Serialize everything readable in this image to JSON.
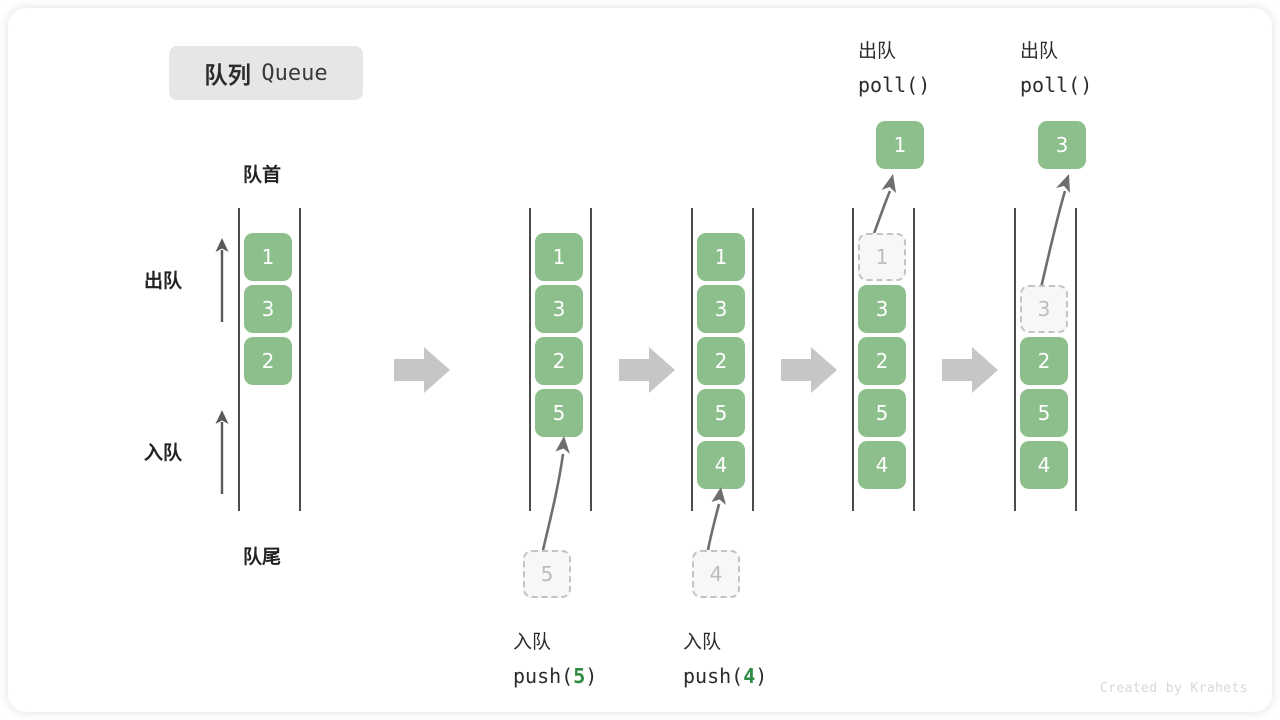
{
  "title": {
    "cn": "队列",
    "en": "Queue"
  },
  "labels": {
    "head": "队首",
    "tail": "队尾",
    "dequeue": "出队",
    "enqueue": "入队"
  },
  "credit": "Created by Krahets",
  "colors": {
    "cell_fill": "#8cbf8c",
    "cell_text": "#ffffff",
    "ghost_fill": "#f7f7f7",
    "ghost_border": "#c3c3c3",
    "ghost_text": "#bcbcbc",
    "rail": "#4a4a4a",
    "arrow_gray": "#6e6e6e",
    "step_arrow": "#c6c6c6",
    "chip_bg": "#e6e6e6",
    "accent_green": "#2e8b43"
  },
  "steps": [
    {
      "id": "initial",
      "cells": [
        "1",
        "3",
        "2"
      ],
      "ghost_in_rail": null,
      "side_labels": {
        "head": "队首",
        "tail": "队尾",
        "dequeue": "出队",
        "enqueue": "入队"
      },
      "top_label_cn": "",
      "top_label_code": "",
      "bottom_label_cn": "",
      "bottom_label_code": "",
      "floating_cell": null,
      "incoming_ghost": null
    },
    {
      "id": "after-push-5",
      "cells": [
        "1",
        "3",
        "2",
        "5"
      ],
      "ghost_in_rail": null,
      "top_label_cn": "",
      "top_label_code": "",
      "bottom_label_cn": "入队",
      "bottom_label_code": "push(",
      "bottom_label_arg": "5",
      "bottom_label_code_tail": ")",
      "floating_cell": null,
      "incoming_ghost": "5"
    },
    {
      "id": "after-push-4",
      "cells": [
        "1",
        "3",
        "2",
        "5",
        "4"
      ],
      "ghost_in_rail": null,
      "top_label_cn": "",
      "top_label_code": "",
      "bottom_label_cn": "入队",
      "bottom_label_code": "push(",
      "bottom_label_arg": "4",
      "bottom_label_code_tail": ")",
      "floating_cell": null,
      "incoming_ghost": "4"
    },
    {
      "id": "poll-1",
      "cells": [
        "3",
        "2",
        "5",
        "4"
      ],
      "ghost_in_rail": "1",
      "top_label_cn": "出队",
      "top_label_code": "poll()",
      "bottom_label_cn": "",
      "bottom_label_code": "",
      "floating_cell": "1",
      "incoming_ghost": null
    },
    {
      "id": "poll-3",
      "cells": [
        "2",
        "5",
        "4"
      ],
      "ghost_in_rail": "3",
      "top_label_cn": "出队",
      "top_label_code": "poll()",
      "bottom_label_cn": "",
      "bottom_label_code": "",
      "floating_cell": "3",
      "incoming_ghost": null
    }
  ],
  "step_arrows": [
    "step-arrow-1",
    "step-arrow-2",
    "step-arrow-3",
    "step-arrow-4"
  ],
  "icons": {
    "step_arrow": "right-block-arrow-icon",
    "direction_arrow": "up-arrow-icon",
    "flow_arrow": "curved-arrow-icon"
  }
}
